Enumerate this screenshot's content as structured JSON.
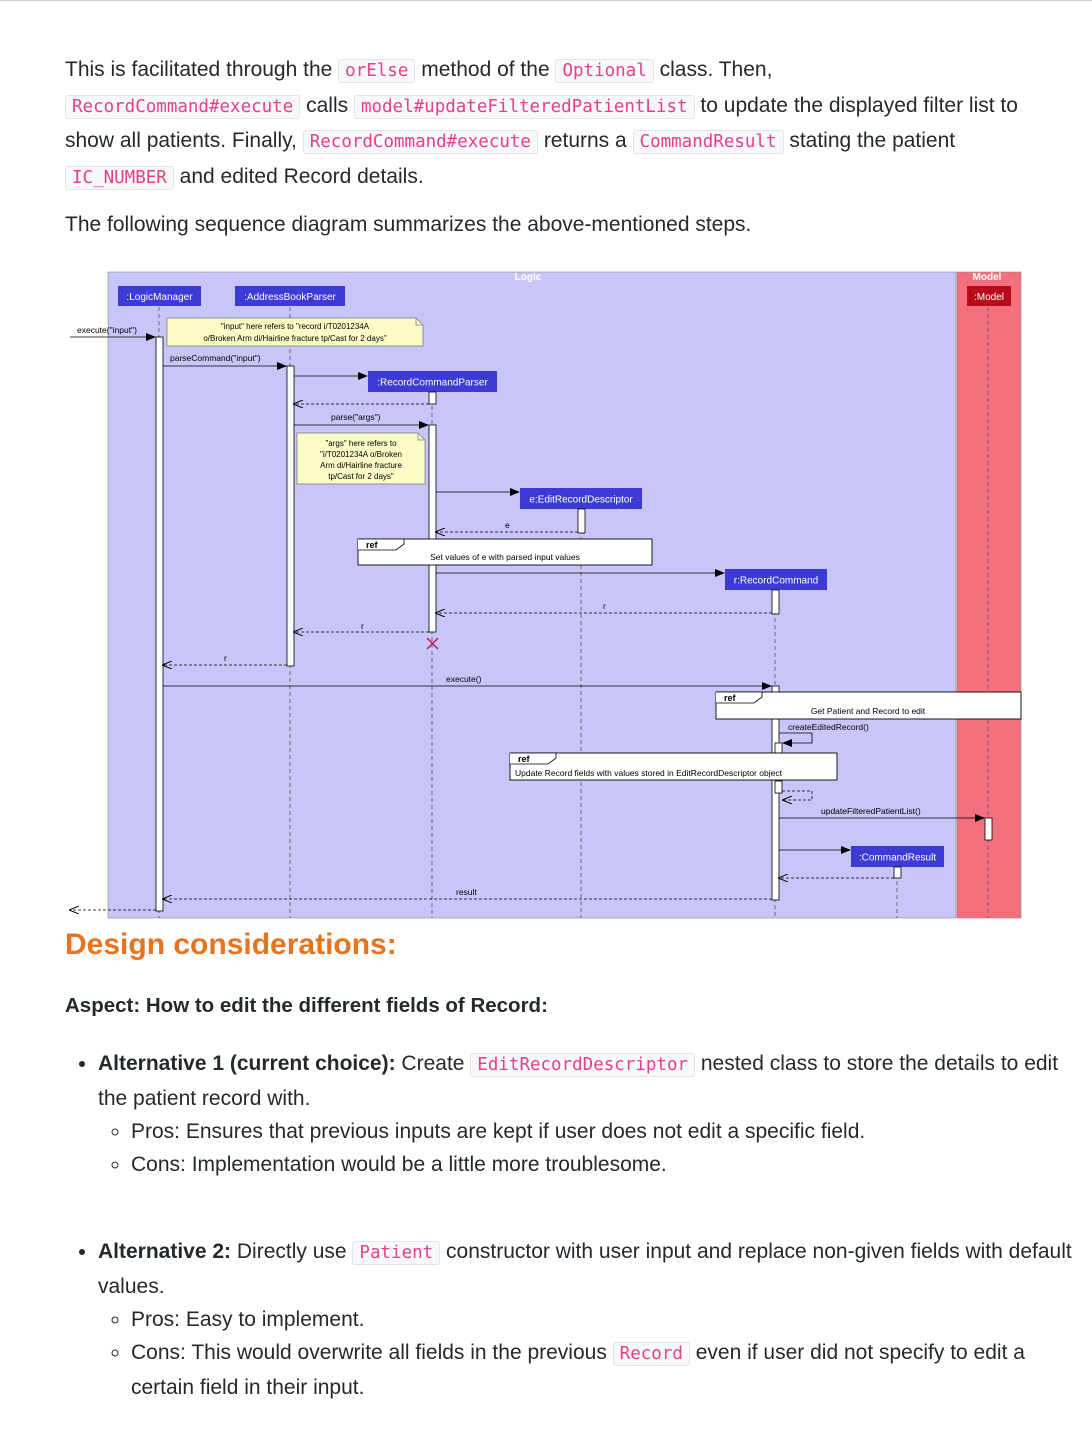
{
  "intro": {
    "t1": "This is facilitated through the ",
    "c1": "orElse",
    "t2": " method of the ",
    "c2": "Optional",
    "t3": " class. Then,",
    "c3": "RecordCommand#execute",
    "t4": " calls ",
    "c4": "model#updateFilteredPatientList",
    "t5": " to update the displayed filter list to show all patients. Finally, ",
    "c5": "RecordCommand#execute",
    "t6": " returns a ",
    "c6": "CommandResult",
    "t7": " stating the patient ",
    "c7": "IC_NUMBER",
    "t8": " and edited Record details."
  },
  "lead": "The following sequence diagram summarizes the above-mentioned steps.",
  "diagram": {
    "logic_label": "Logic",
    "model_label": "Model",
    "participants": {
      "logic_manager": ":LogicManager",
      "parser": ":AddressBookParser",
      "record_parser": ":RecordCommandParser",
      "descriptor": "e:EditRecordDescriptor",
      "record_command": "r:RecordCommand",
      "model": ":Model",
      "command_result": ":CommandResult"
    },
    "messages": {
      "execute_input": "execute(\"input\")",
      "parse_command": "parseCommand(\"input\")",
      "parse_args": "parse(\"args\")",
      "ret_e": "e",
      "ret_r1": "r",
      "ret_r2": "r",
      "ret_r3": "r",
      "execute": "execute()",
      "create_edited": "createEditedRecord()",
      "update_filtered": "updateFilteredPatientList()",
      "result": "result"
    },
    "notes": {
      "input_l1": "\"input\" here refers to \"record i/T0201234A",
      "input_l2": "o/Broken Arm di/Hairline fracture tp/Cast for 2 days\"",
      "args_l1": "\"args\" here refers to",
      "args_l2": "\"i/T0201234A o/Broken",
      "args_l3": "Arm di/Hairline fracture",
      "args_l4": "tp/Cast for 2 days\""
    },
    "refs": {
      "tag": "ref",
      "set_values": "Set values of e with parsed input values",
      "get_patient": "Get Patient and Record to edit",
      "update_fields": "Update Record fields with values stored in EditRecordDescriptor object"
    }
  },
  "design": {
    "heading": "Design considerations:",
    "aspect": "Aspect: How to edit the different fields of Record:",
    "alt1": {
      "title": "Alternative 1 (current choice):",
      "t1": " Create ",
      "code": "EditRecordDescriptor",
      "t2": " nested class to store the details to edit the patient record with.",
      "pros": "Pros: Ensures that previous inputs are kept if user does not edit a specific field.",
      "cons": "Cons: Implementation would be a little more troublesome."
    },
    "alt2": {
      "title": "Alternative 2:",
      "t1": " Directly use ",
      "code": "Patient",
      "t2": " constructor with user input and replace non-given fields with default values.",
      "pros": "Pros: Easy to implement.",
      "cons_t1": "Cons: This would overwrite all fields in the previous ",
      "cons_code": "Record",
      "cons_t2": " even if user did not specify to edit a certain field in their input."
    }
  },
  "colors": {
    "logic_bg": "#c8c6f8",
    "model_bg": "#f5707f",
    "participant": "#3d3bd6",
    "model_participant": "#b80c1a",
    "heading": "#e8731e",
    "code": "#e83e8c",
    "destroy": "#c1154b"
  }
}
